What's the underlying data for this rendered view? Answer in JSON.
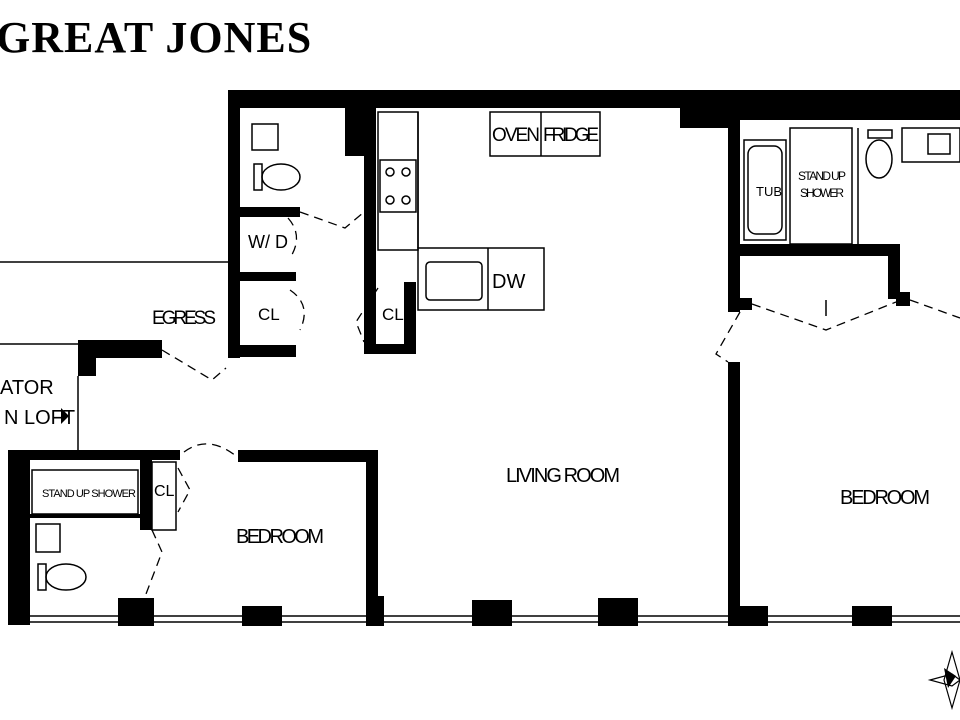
{
  "header": {
    "title": "GREAT JONES"
  },
  "rooms": {
    "living_room": "LIVING ROOM",
    "bedroom_left": "BEDROOM",
    "bedroom_right": "BEDROOM"
  },
  "fixtures": {
    "oven": "OVEN",
    "fridge": "FRIDGE",
    "dw": "DW",
    "tub": "TUB",
    "stand_up_shower_left": "STAND UP SHOWER",
    "stand_up_shower_right_line1": "STAND UP",
    "stand_up_shower_right_line2": "SHOWER",
    "washer_dryer": "W/ D",
    "closet_1": "CL",
    "closet_2": "CL",
    "closet_3": "CL",
    "egress": "EGRESS"
  },
  "elevator": {
    "line1": "ATOR",
    "line2": "N LOFT"
  }
}
